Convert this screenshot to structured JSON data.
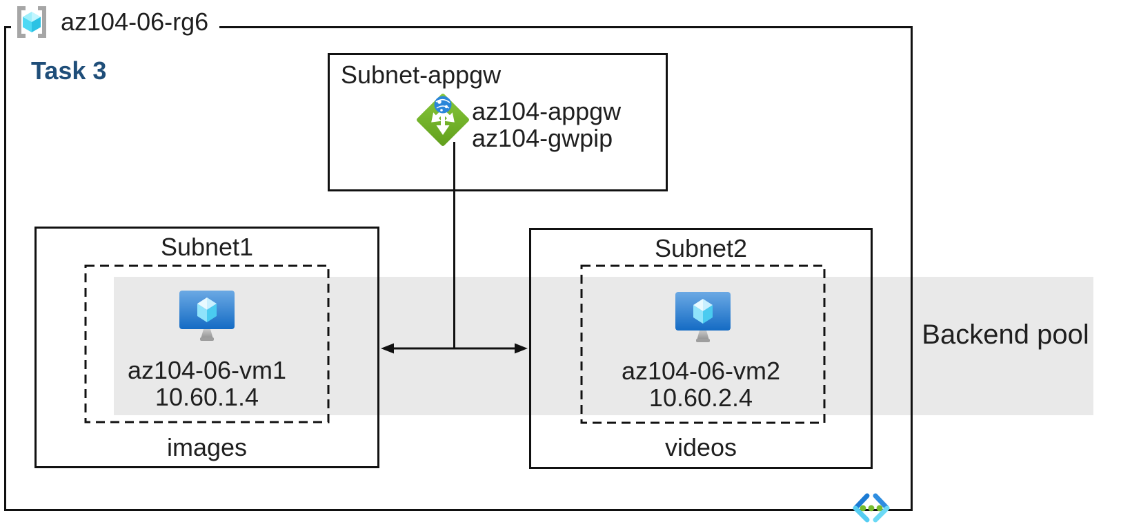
{
  "colors": {
    "text": "#1f1f1f",
    "accent_blue": "#1F4E79",
    "band_gray": "#E9E9E9",
    "line_black": "#111111",
    "appgw_green": "#76BC2D",
    "globe_blue": "#2B86D9",
    "vm_screen_top": "#6BA9E4",
    "vm_screen_bottom": "#146BC4",
    "cube_cyan": "#50E6FF",
    "bracket_gray": "#A6A6A6",
    "vnet_dark_blue": "#1B7BD4",
    "vnet_light_cyan": "#55CDF2",
    "vnet_dot_green": "#76BC2D"
  },
  "resource_group": {
    "name": "az104-06-rg6"
  },
  "task_label": "Task 3",
  "appgw_subnet": {
    "title": "Subnet-appgw",
    "gateway_name": "az104-appgw",
    "public_ip_name": "az104-gwpip"
  },
  "subnet1": {
    "title": "Subnet1",
    "vm_name": "az104-06-vm1",
    "vm_ip": "10.60.1.4",
    "storage_label": "images"
  },
  "subnet2": {
    "title": "Subnet2",
    "vm_name": "az104-06-vm2",
    "vm_ip": "10.60.2.4",
    "storage_label": "videos"
  },
  "backend_pool": {
    "label": "Backend pool"
  },
  "icons": {
    "resource_group_icon": "azure-resource-group",
    "application_gateway_icon": "azure-application-gateway",
    "virtual_machine_icon": "azure-virtual-machine",
    "virtual_network_icon": "azure-virtual-network"
  }
}
